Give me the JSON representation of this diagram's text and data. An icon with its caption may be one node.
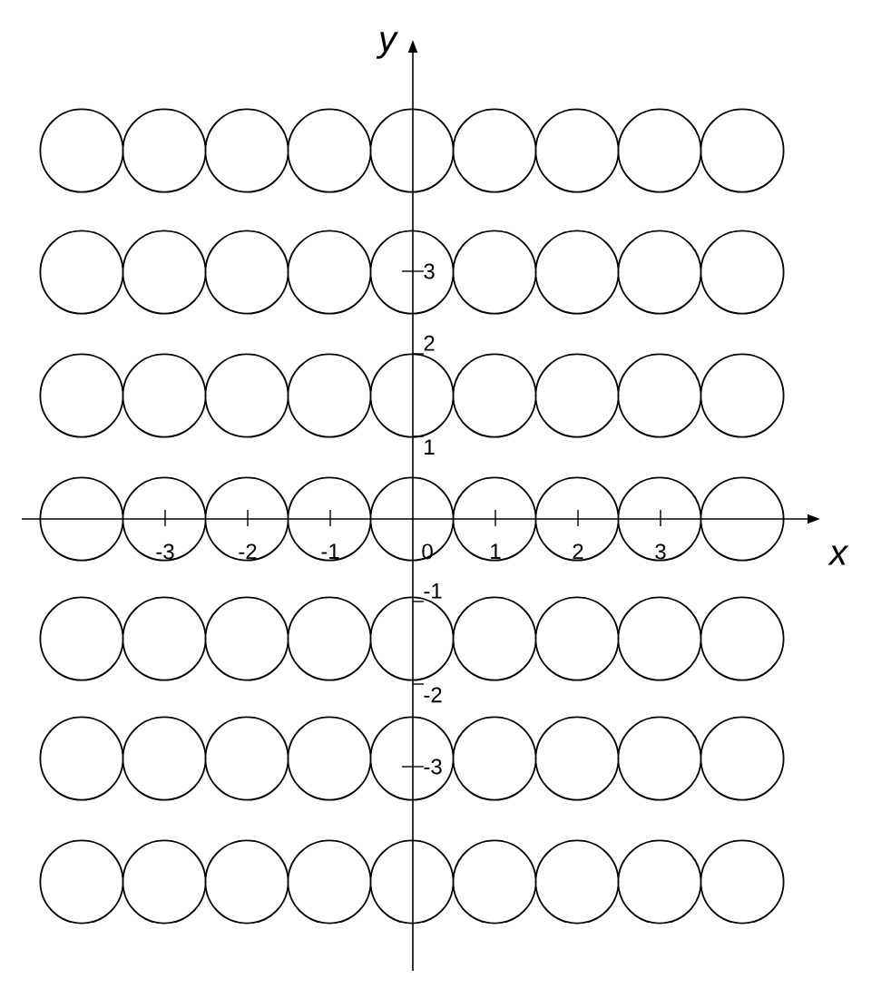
{
  "diagram": {
    "labels": [
      "y",
      "3",
      "2",
      "1",
      "-3",
      "-2",
      "-1",
      "0",
      "1",
      "2",
      "3",
      "x",
      "-1",
      "-2",
      "-3"
    ]
  }
}
